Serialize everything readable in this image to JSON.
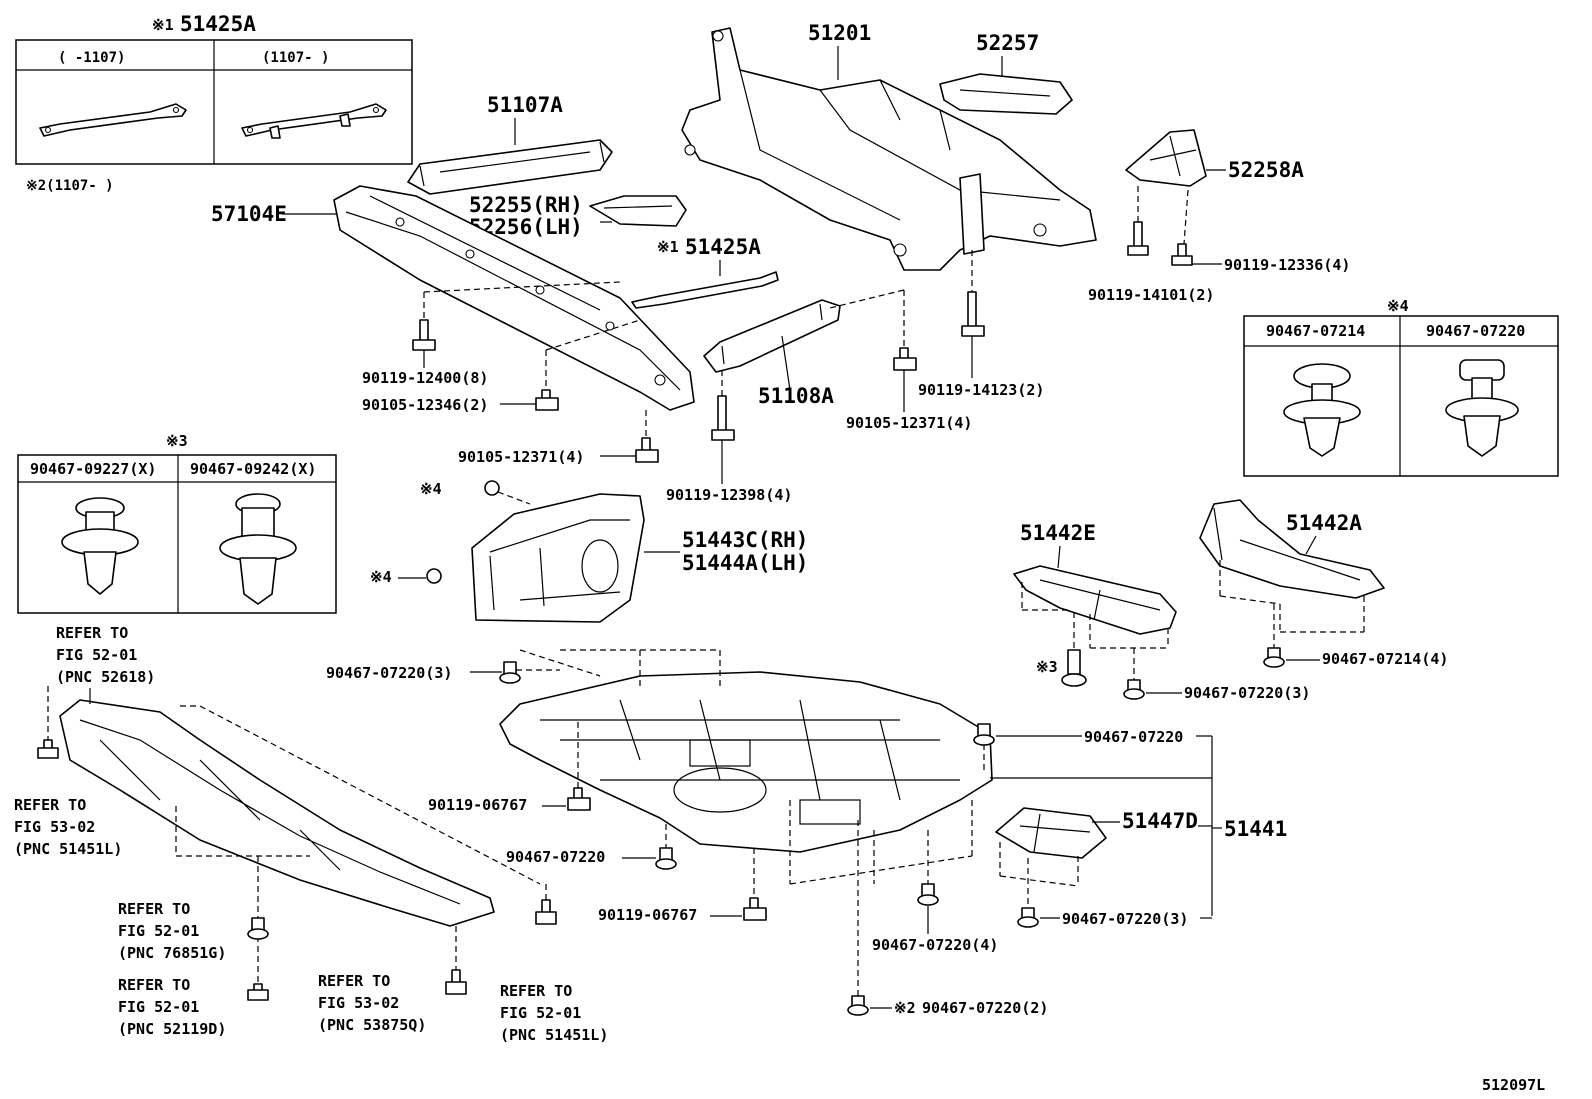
{
  "inset_51425A": {
    "mark": "※1",
    "part_no": "51425A",
    "col_left": "(     -1107)",
    "col_right": "(1107-      )",
    "note": "※2(1107-      )"
  },
  "inset_clip3": {
    "mark": "※3",
    "col_left": "90467-09227(X)",
    "col_right": "90467-09242(X)"
  },
  "inset_clip4": {
    "mark": "※4",
    "col_left": "90467-07214",
    "col_right": "90467-07220"
  },
  "parts": {
    "p51201": "51201",
    "p52257": "52257",
    "p51107A": "51107A",
    "p52258A": "52258A",
    "p52255": "52255(RH)",
    "p52256": "52256(LH)",
    "p57104E": "57104E",
    "p51425A_mark": "※1",
    "p51425A": "51425A",
    "p51108A": "51108A",
    "p51443C": "51443C(RH)",
    "p51444A": "51444A(LH)",
    "p51442E": "51442E",
    "p51442A": "51442A",
    "p51447D": "51447D",
    "p51441": "51441"
  },
  "fasteners": {
    "f90119_12336": "90119-12336(4)",
    "f90119_14101": "90119-14101(2)",
    "f90119_12400": "90119-12400(8)",
    "f90105_12346": "90105-12346(2)",
    "f90119_14123": "90119-14123(2)",
    "f90105_12371_a": "90105-12371(4)",
    "f90105_12371_b": "90105-12371(4)",
    "f90119_12398": "90119-12398(4)",
    "mark4_a": "※4",
    "mark4_b": "※4",
    "f90467_07220_3a": "90467-07220(3)",
    "mark3": "※3",
    "f90467_07220_3b": "90467-07220(3)",
    "f90467_07214_4": "90467-07214(4)",
    "f90467_07220_r": "90467-07220",
    "f90119_06767_a": "90119-06767",
    "f90467_07220_l": "90467-07220",
    "f90119_06767_b": "90119-06767",
    "f90467_07220_3c": "90467-07220(3)",
    "f90467_07220_4": "90467-07220(4)",
    "mark2": "※2",
    "f90467_07220_2": "90467-07220(2)"
  },
  "refs": {
    "r1": [
      "REFER TO",
      "FIG 52-01",
      "(PNC 52618)"
    ],
    "r2": [
      "REFER TO",
      "FIG 53-02",
      "(PNC 51451L)"
    ],
    "r3": [
      "REFER TO",
      "FIG 52-01",
      "(PNC 76851G)"
    ],
    "r4": [
      "REFER TO",
      "FIG 52-01",
      "(PNC 52119D)"
    ],
    "r5": [
      "REFER TO",
      "FIG 53-02",
      "(PNC 53875Q)"
    ],
    "r6": [
      "REFER TO",
      "FIG 52-01",
      "(PNC 51451L)"
    ]
  },
  "figure_id": "512097L"
}
